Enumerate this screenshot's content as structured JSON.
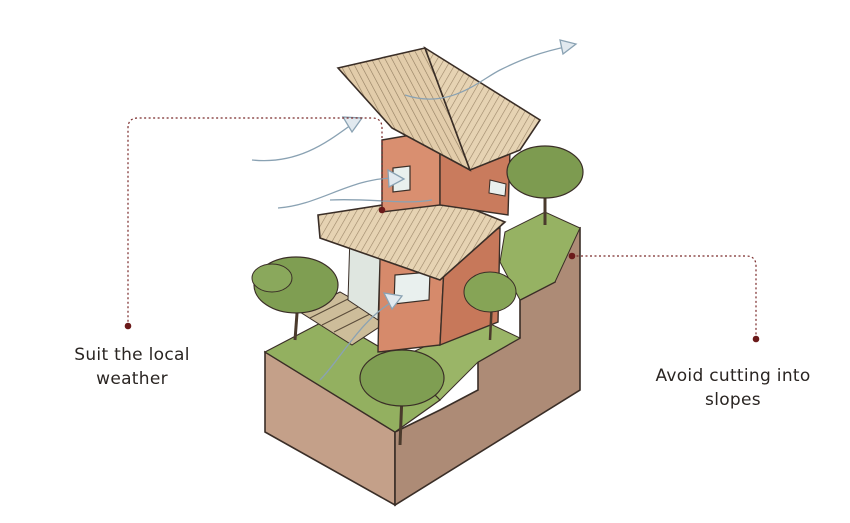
{
  "annotations": [
    {
      "id": "weather",
      "lines": [
        "Suit the local",
        "weather"
      ]
    },
    {
      "id": "slopes",
      "lines": [
        "Avoid cutting into",
        "slopes"
      ]
    }
  ],
  "colors": {
    "leader": "#6b1a1a",
    "soil_front": "#c09d85",
    "soil_side": "#a98672",
    "wall": "#d98e6f",
    "roof": "#e3cfae",
    "grass": "#8fb05a",
    "tree": "#7f9c52",
    "wind": "#dde7ee"
  }
}
